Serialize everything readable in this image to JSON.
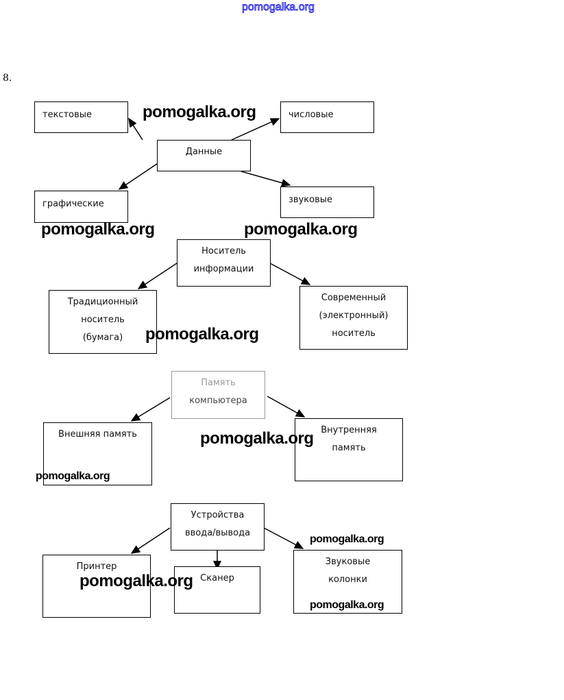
{
  "header_watermark": "pomogalka.org",
  "task_number": "8.",
  "diagrams": [
    {
      "root": "Данные",
      "children": [
        "текстовые",
        "числовые",
        "графические",
        "звуковые"
      ]
    },
    {
      "root": [
        "Носитель",
        "информации"
      ],
      "children": [
        [
          "Традиционный",
          "носитель",
          "(бумага)"
        ],
        [
          "Современный",
          "(электронный)",
          "носитель"
        ]
      ]
    },
    {
      "root": [
        "Память",
        "компьютера"
      ],
      "children": [
        "Внешняя память",
        [
          "Внутренняя",
          "память"
        ]
      ]
    },
    {
      "root": [
        "Устройства",
        "ввода/вывода"
      ],
      "children": [
        "Принтер",
        "Сканер",
        [
          "Звуковые",
          "колонки"
        ]
      ]
    }
  ],
  "watermark": "pomogalka.org"
}
